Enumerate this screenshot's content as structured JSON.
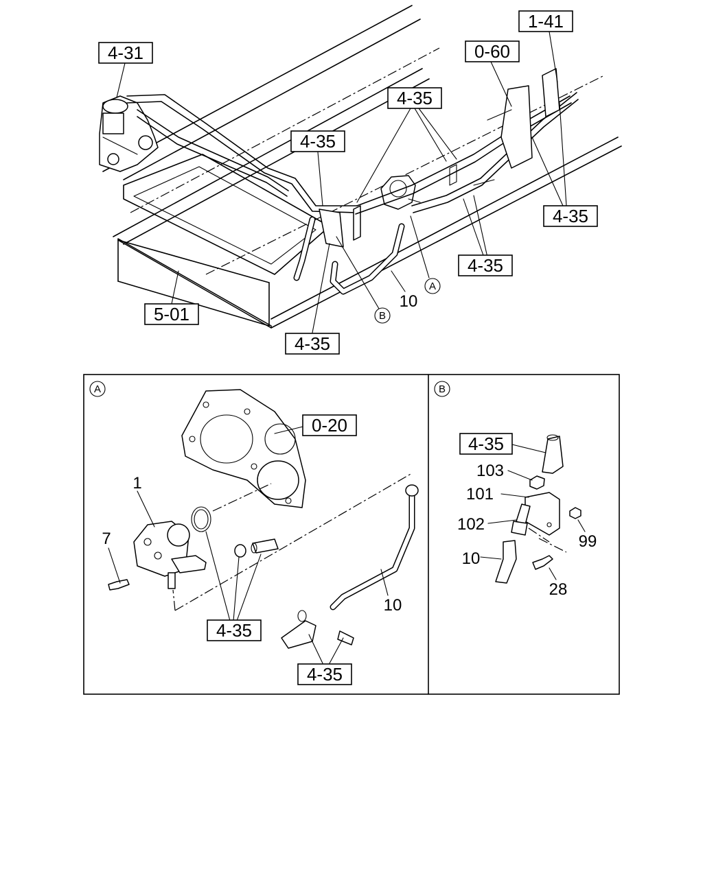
{
  "top_view": {
    "refs": {
      "r431": "4-31",
      "r141": "1-41",
      "r060": "0-60",
      "r435_a": "4-35",
      "r435_b": "4-35",
      "r435_c": "4-35",
      "r435_d": "4-35",
      "r435_e": "4-35",
      "r501": "5-01"
    },
    "part_numbers": {
      "p10": "10"
    },
    "detail_markers": {
      "a": "A",
      "b": "B"
    }
  },
  "detail_a": {
    "marker": "A",
    "refs": {
      "r020": "0-20",
      "r435_left": "4-35",
      "r435_bottom": "4-35"
    },
    "part_numbers": {
      "p1": "1",
      "p7": "7",
      "p10": "10"
    }
  },
  "detail_b": {
    "marker": "B",
    "refs": {
      "r435": "4-35"
    },
    "part_numbers": {
      "p103": "103",
      "p101": "101",
      "p102": "102",
      "p99": "99",
      "p10": "10",
      "p28": "28"
    }
  }
}
